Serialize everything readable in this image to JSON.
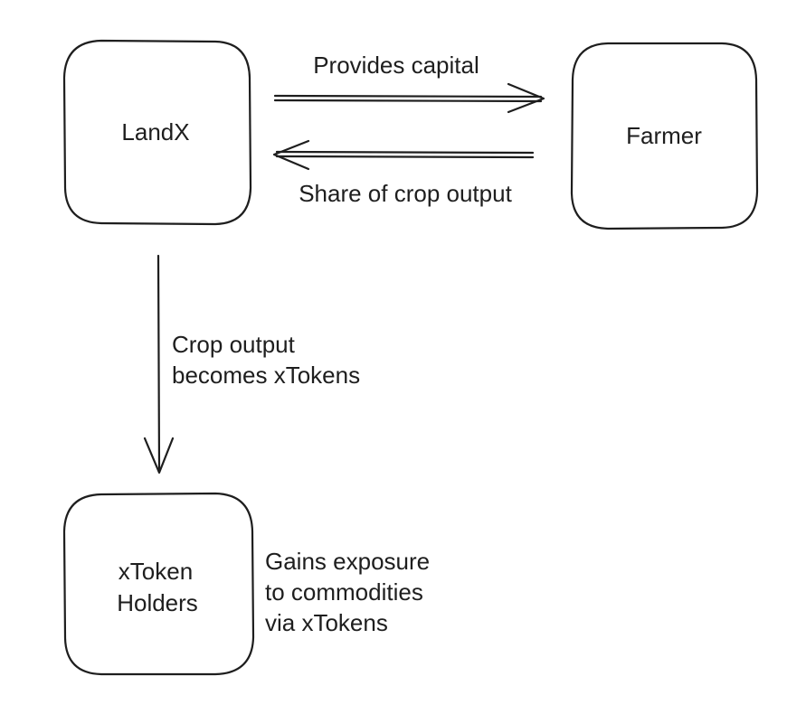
{
  "nodes": {
    "landx": {
      "label": "LandX"
    },
    "farmer": {
      "label": "Farmer"
    },
    "holders": {
      "lines": [
        "xToken",
        "Holders"
      ]
    }
  },
  "edges": {
    "landx_to_farmer": {
      "label": "Provides capital"
    },
    "farmer_to_landx": {
      "label": "Share of crop output"
    },
    "landx_to_holders": {
      "lines": [
        "Crop output",
        "becomes xTokens"
      ]
    }
  },
  "annotations": {
    "holders_note": {
      "lines": [
        "Gains exposure",
        "to commodities",
        "via xTokens"
      ]
    }
  },
  "colors": {
    "stroke": "#1e1e1e",
    "background": "#ffffff"
  }
}
